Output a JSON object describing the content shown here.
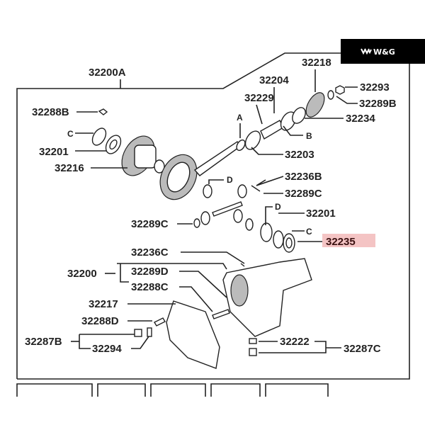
{
  "brand": {
    "logo_text": "W&G",
    "logo_bg": "#000000"
  },
  "highlight": {
    "part": "32235",
    "color": "#f4c4c4"
  },
  "assembly_label": "32200A",
  "callouts": {
    "p32218": "32218",
    "p32204": "32204",
    "p32293": "32293",
    "p32229": "32229",
    "p32289B": "32289B",
    "p32288B": "32288B",
    "p32234": "32234",
    "refA": "A",
    "refC1": "C",
    "refB": "B",
    "p32201a": "32201",
    "p32203": "32203",
    "p32216": "32216",
    "p32236B": "32236B",
    "refD1": "D",
    "p32289Ca": "32289C",
    "refD2": "D",
    "p32201b": "32201",
    "p32289Cb": "32289C",
    "refC2": "C",
    "p32235": "32235",
    "p32236C": "32236C",
    "p32200": "32200",
    "p32289D": "32289D",
    "p32288C": "32288C",
    "p32217": "32217",
    "p32288D": "32288D",
    "p32287B": "32287B",
    "p32294": "32294",
    "p32222": "32222",
    "p32287C": "32287C"
  }
}
